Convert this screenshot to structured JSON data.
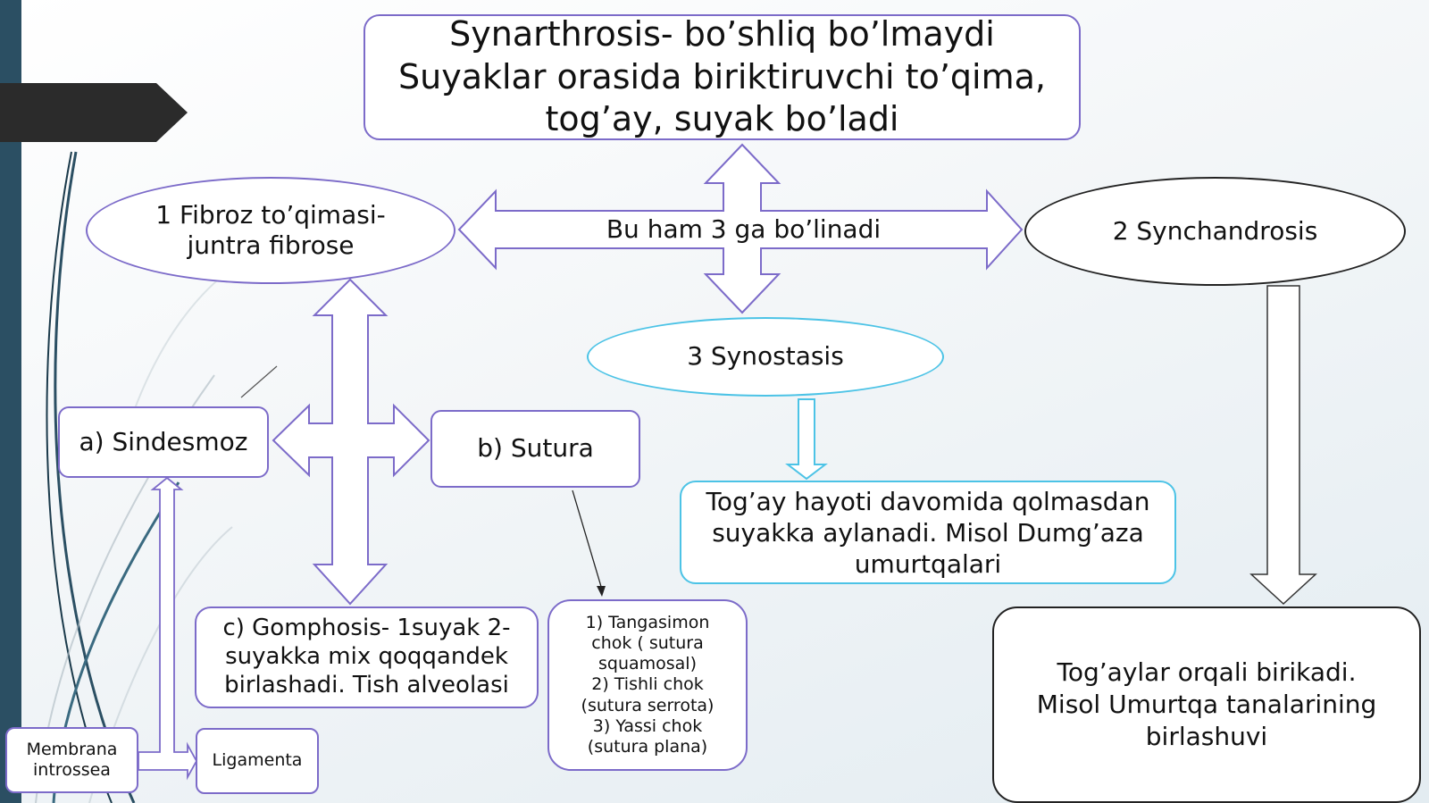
{
  "slide": {
    "title_box": {
      "line1": "Synarthrosis- bo’shliq bo’lmaydi",
      "line2": "Suyaklar orasida biriktiruvchi to’qima,",
      "line3": "tog’ay, suyak bo’ladi"
    },
    "center_label": "Bu ham 3 ga bo’linadi",
    "fibroz": {
      "line1": "1 Fibroz to’qimasi-",
      "line2": "juntra fibrose"
    },
    "synchandrosis": "2 Synchandrosis",
    "synostasis": "3 Synostasis",
    "synostasis_desc": {
      "line1": "Tog’ay hayoti davomida qolmasdan",
      "line2": "suyakka aylanadi. Misol Dumg’aza",
      "line3": "umurtqalari"
    },
    "synchandrosis_desc": {
      "line1": "Tog’aylar orqali birikadi.",
      "line2": "Misol Umurtqa tanalarining",
      "line3": "birlashuvi"
    },
    "sindesmoz": "a) Sindesmoz",
    "sutura": "b) Sutura",
    "gomphosis": {
      "line1": "c) Gomphosis- 1suyak 2-",
      "line2": "suyakka mix qoqqandek",
      "line3": "birlashadi. Tish alveolasi"
    },
    "sutura_types": [
      "1)   Tangasimon",
      "chok ( sutura",
      "squamosal)",
      "2)   Tishli  chok",
      "(sutura serrota)",
      "3)   Yassi chok",
      "(sutura plana)"
    ],
    "membrana": {
      "line1": "Membrana",
      "line2": "introssea"
    },
    "ligamenta": "Ligamenta"
  },
  "colors": {
    "sidebar": "#2b4f63",
    "tab": "#2b2b2b",
    "purple_border": "#7c6bc9",
    "cyan_border": "#4cc3e6",
    "black_border": "#222222"
  }
}
